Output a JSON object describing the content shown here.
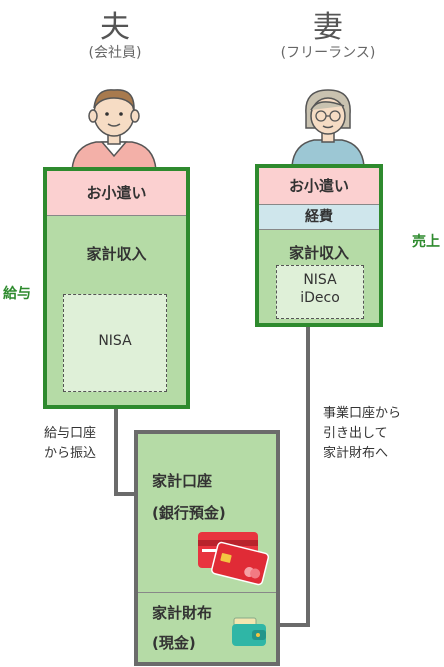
{
  "husband": {
    "title": "夫",
    "subtitle": "(会社員)",
    "pocket_money": "お小遣い",
    "household_income": "家計収入",
    "nisa": "NISA",
    "side_label": "給与",
    "transfer_note": "給与口座\nから振込"
  },
  "wife": {
    "title": "妻",
    "subtitle": "(フリーランス)",
    "pocket_money": "お小遣い",
    "expenses": "経費",
    "household_income": "家計収入",
    "nisa": "NISA",
    "ideco": "iDeco",
    "side_label": "売上",
    "withdraw_note": "事業口座から\n引き出して\n家計財布へ"
  },
  "household": {
    "account_line1": "家計口座",
    "account_line2": "(銀行預金)",
    "wallet_line1": "家計財布",
    "wallet_line2": "(現金)"
  },
  "colors": {
    "green_border": "#2e8a2e",
    "green_fill": "#b5dba6",
    "pink": "#fbd0d0",
    "light_blue": "#cfe6ec",
    "gray_line": "#6b6b6b",
    "card_red": "#e8343f",
    "wallet_teal": "#2fb6a6"
  }
}
